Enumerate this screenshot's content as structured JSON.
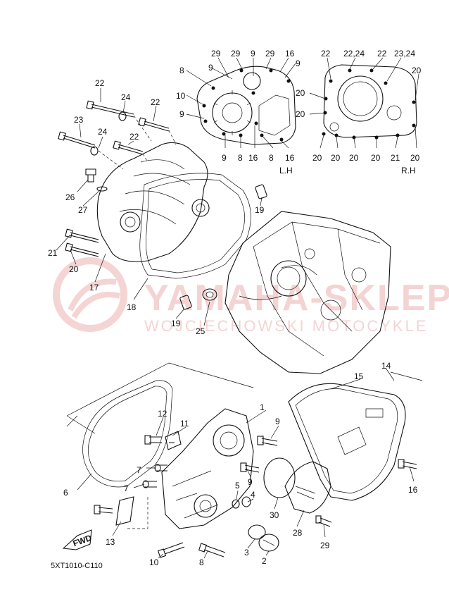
{
  "watermark": {
    "brand": "YAMAHA-SKLEP",
    "subtitle": "WOJCIECHOWSKI MOTOCYKLE",
    "color": "#e8a0a0"
  },
  "diagram_code": "5XT1010-C110",
  "side_labels": {
    "left": "L.H",
    "right": "R.H"
  },
  "fwd_label": "FWD",
  "callouts": {
    "lh": [
      "29",
      "29",
      "9",
      "29",
      "16",
      "8",
      "9",
      "9",
      "10",
      "9",
      "9",
      "8",
      "16",
      "8",
      "16"
    ],
    "rh": [
      "22",
      "22,24",
      "22",
      "23,24",
      "20",
      "20",
      "20",
      "20",
      "20",
      "20",
      "20",
      "21",
      "20"
    ],
    "main": [
      "22",
      "24",
      "22",
      "23",
      "24",
      "22",
      "26",
      "27",
      "19",
      "21",
      "20",
      "17",
      "18",
      "19",
      "25",
      "15",
      "14",
      "1",
      "12",
      "11",
      "9",
      "6",
      "7",
      "9",
      "7",
      "5",
      "4",
      "30",
      "16",
      "13",
      "10",
      "8",
      "3",
      "2",
      "28",
      "29"
    ]
  }
}
